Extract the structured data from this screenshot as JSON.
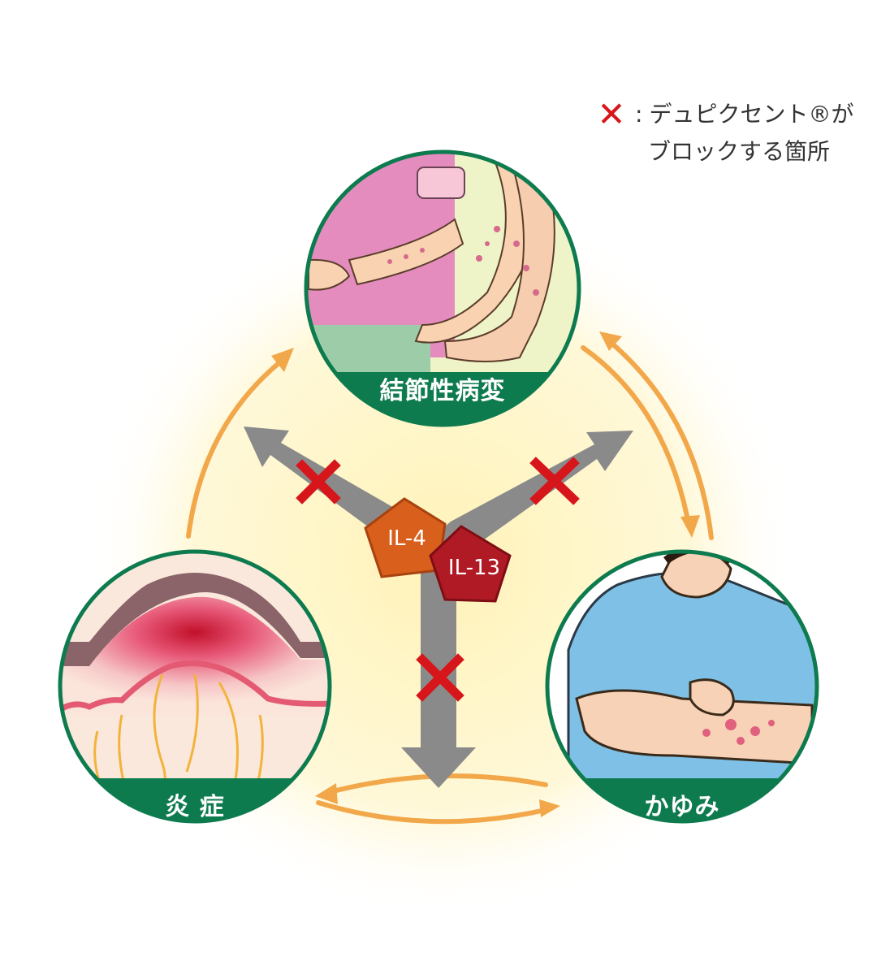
{
  "legend": {
    "mark": "✕",
    "line1": "デュピクセント®が",
    "line2": "ブロックする箇所"
  },
  "nodes": {
    "top": {
      "label": "結節性病変",
      "icon": "nodular-lesion-illustration"
    },
    "left": {
      "label": "炎 症",
      "icon": "skin-inflammation-illustration"
    },
    "right": {
      "label": "かゆみ",
      "icon": "itching-person-illustration"
    }
  },
  "cytokines": {
    "il4": "IL-4",
    "il13": "IL-13"
  },
  "colors": {
    "green": "#0e7b4f",
    "arrow_gray": "#8a8a8a",
    "cycle_orange": "#f2a84a",
    "block_red": "#d7161b",
    "il4": "#d9601c",
    "il13": "#b01a25",
    "glow": "#fff6c8"
  }
}
